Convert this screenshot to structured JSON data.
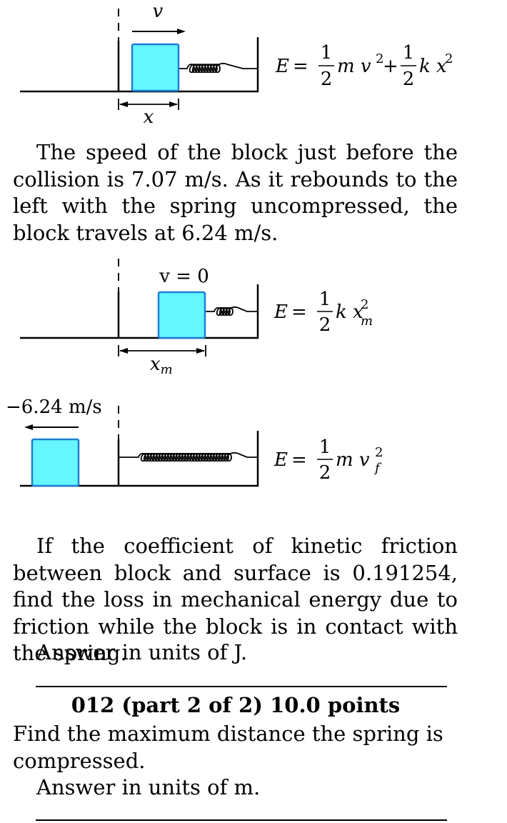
{
  "figure1": {
    "velocity_label": "v",
    "position_label": "x",
    "energy_label": "E",
    "half_numerator": "1",
    "half_denominator": "2",
    "term1": "m v",
    "plus": "+",
    "term2": "k x",
    "sup2": "2"
  },
  "paragraph1": "The speed of the block just before the collision is 7.07 m/s. As it rebounds to the left with the spring uncompressed, the block travels at 6.24 m/s.",
  "figure2": {
    "velocity_label": "v = 0",
    "position_label": "x",
    "position_sub": "m",
    "energy_label": "E",
    "half_numerator": "1",
    "half_denominator": "2",
    "term": "k x",
    "sup2": "2",
    "sub": "m"
  },
  "figure3": {
    "velocity_label": "−6.24 m/s",
    "energy_label": "E",
    "half_numerator": "1",
    "half_denominator": "2",
    "term": "m v",
    "sup2": "2",
    "sub": "f"
  },
  "paragraph2": "If the coefficient of kinetic friction between block and surface is 0.191254, find the loss in mechanical energy due to friction while the block is in contact with the spring.",
  "answer1": "Answer in units of  J.",
  "part2": {
    "heading": "012 (part 2 of 2) 10.0 points",
    "question": "Find the maximum distance the spring is compressed.",
    "answer": "Answer in units of  m."
  },
  "colors": {
    "block": "#66f6ff",
    "block_edge": "#1a7fd4"
  }
}
